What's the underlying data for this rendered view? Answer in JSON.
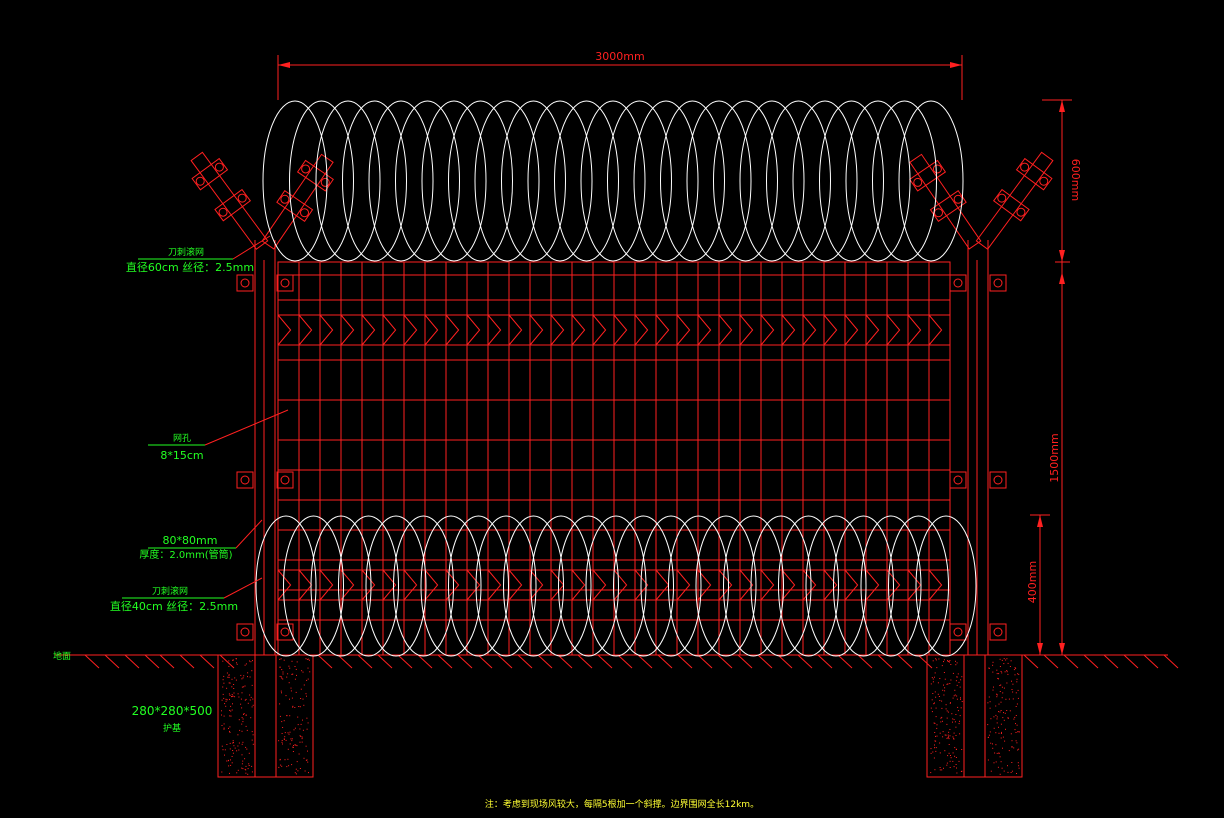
{
  "drawing": {
    "width_label": "3000mm",
    "height_total_label": "1500mm",
    "top_coil_label": "600mm",
    "bottom_coil_label": "400mm",
    "ground_label": "地面",
    "top_wire": {
      "name": "刀刺滚网",
      "spec": "直径60cm 丝径：2.5mm"
    },
    "mesh": {
      "name": "网孔",
      "spec": "8*15cm"
    },
    "post": {
      "size": "80*80mm",
      "spec": "厚度：2.0mm(管筒)"
    },
    "bottom_wire": {
      "name": "刀刺滚网",
      "spec": "直径40cm 丝径：2.5mm"
    },
    "footing": {
      "size": "280*280*500",
      "name": "护基"
    },
    "note": "注：考虑到现场风较大，每隔5根加一个斜撑。边界围网全长12km。"
  },
  "colors": {
    "background": "#000000",
    "lines": "#ff2020",
    "coils": "#ffffff",
    "annotations": "#22ff22",
    "note": "#ffff33"
  }
}
